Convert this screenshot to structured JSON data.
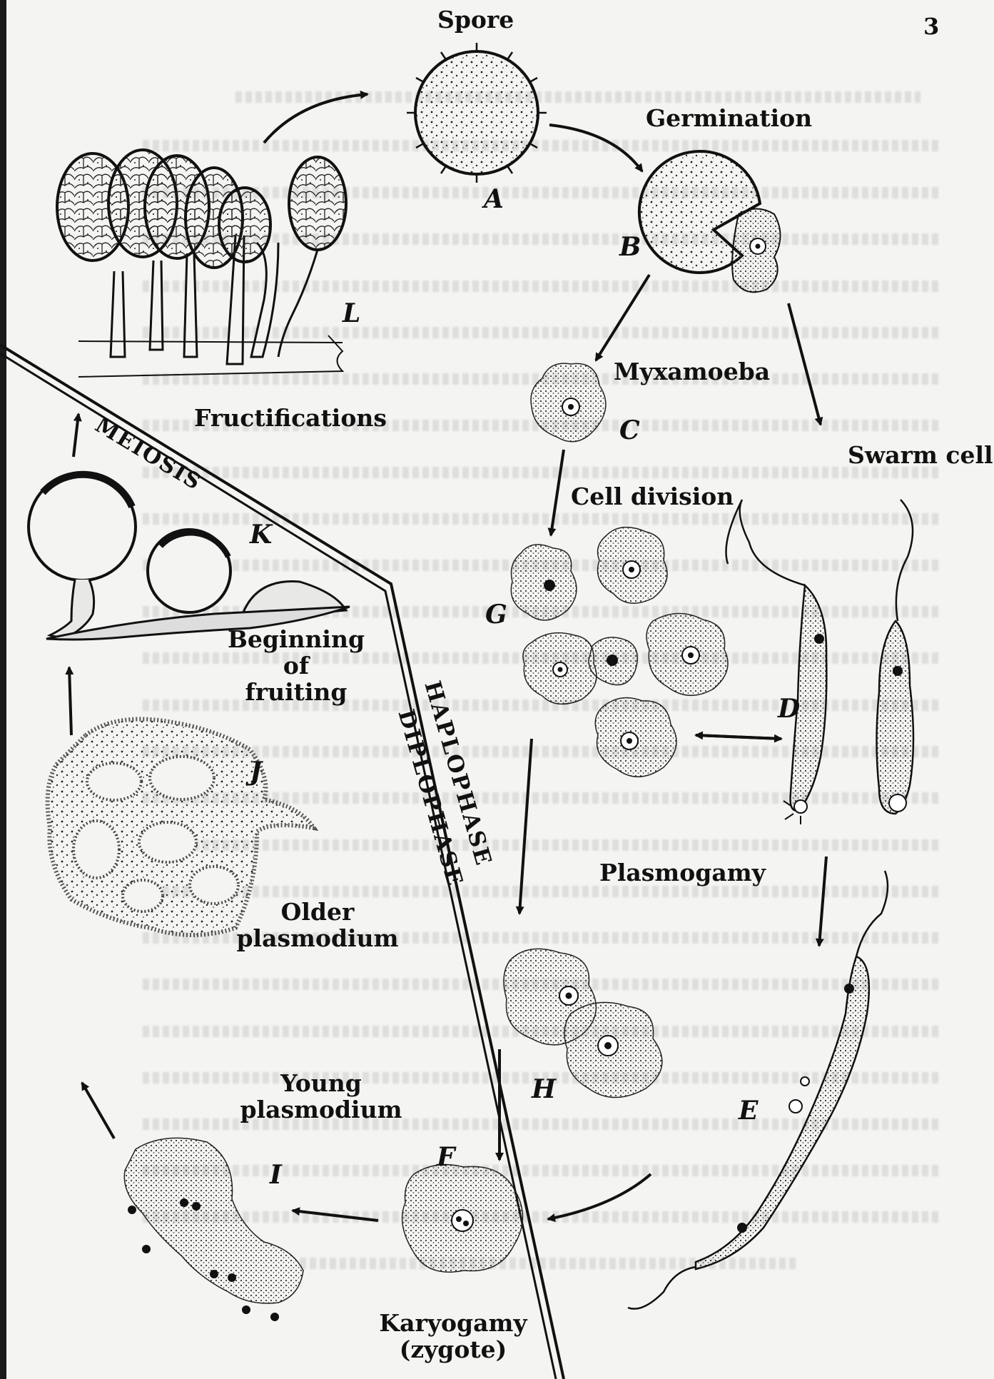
{
  "page_number": "3",
  "labels": {
    "spore": "Spore",
    "germination": "Germination",
    "myxamoeba": "Myxamoeba",
    "swarm_cell": "Swarm cell",
    "cell_division": "Cell division",
    "plasmogamy": "Plasmogamy",
    "karyogamy_line1": "Karyogamy",
    "karyogamy_line2": "(zygote)",
    "young_plasmodium_line1": "Young",
    "young_plasmodium_line2": "plasmodium",
    "older_plasmodium_line1": "Older",
    "older_plasmodium_line2": "plasmodium",
    "beginning_line1": "Beginning",
    "beginning_line2": "of",
    "beginning_line3": "fruiting",
    "fructifications": "Fructifications",
    "meiosis": "MEIOSIS",
    "haplophase": "HAPLOPHASE",
    "diplophase": "DIPLOPHASE"
  },
  "stage_letters": {
    "A": "A",
    "B": "B",
    "C": "C",
    "D": "D",
    "E": "E",
    "F": "F",
    "G": "G",
    "H": "H",
    "I": "I",
    "J": "J",
    "K": "K",
    "L": "L"
  }
}
